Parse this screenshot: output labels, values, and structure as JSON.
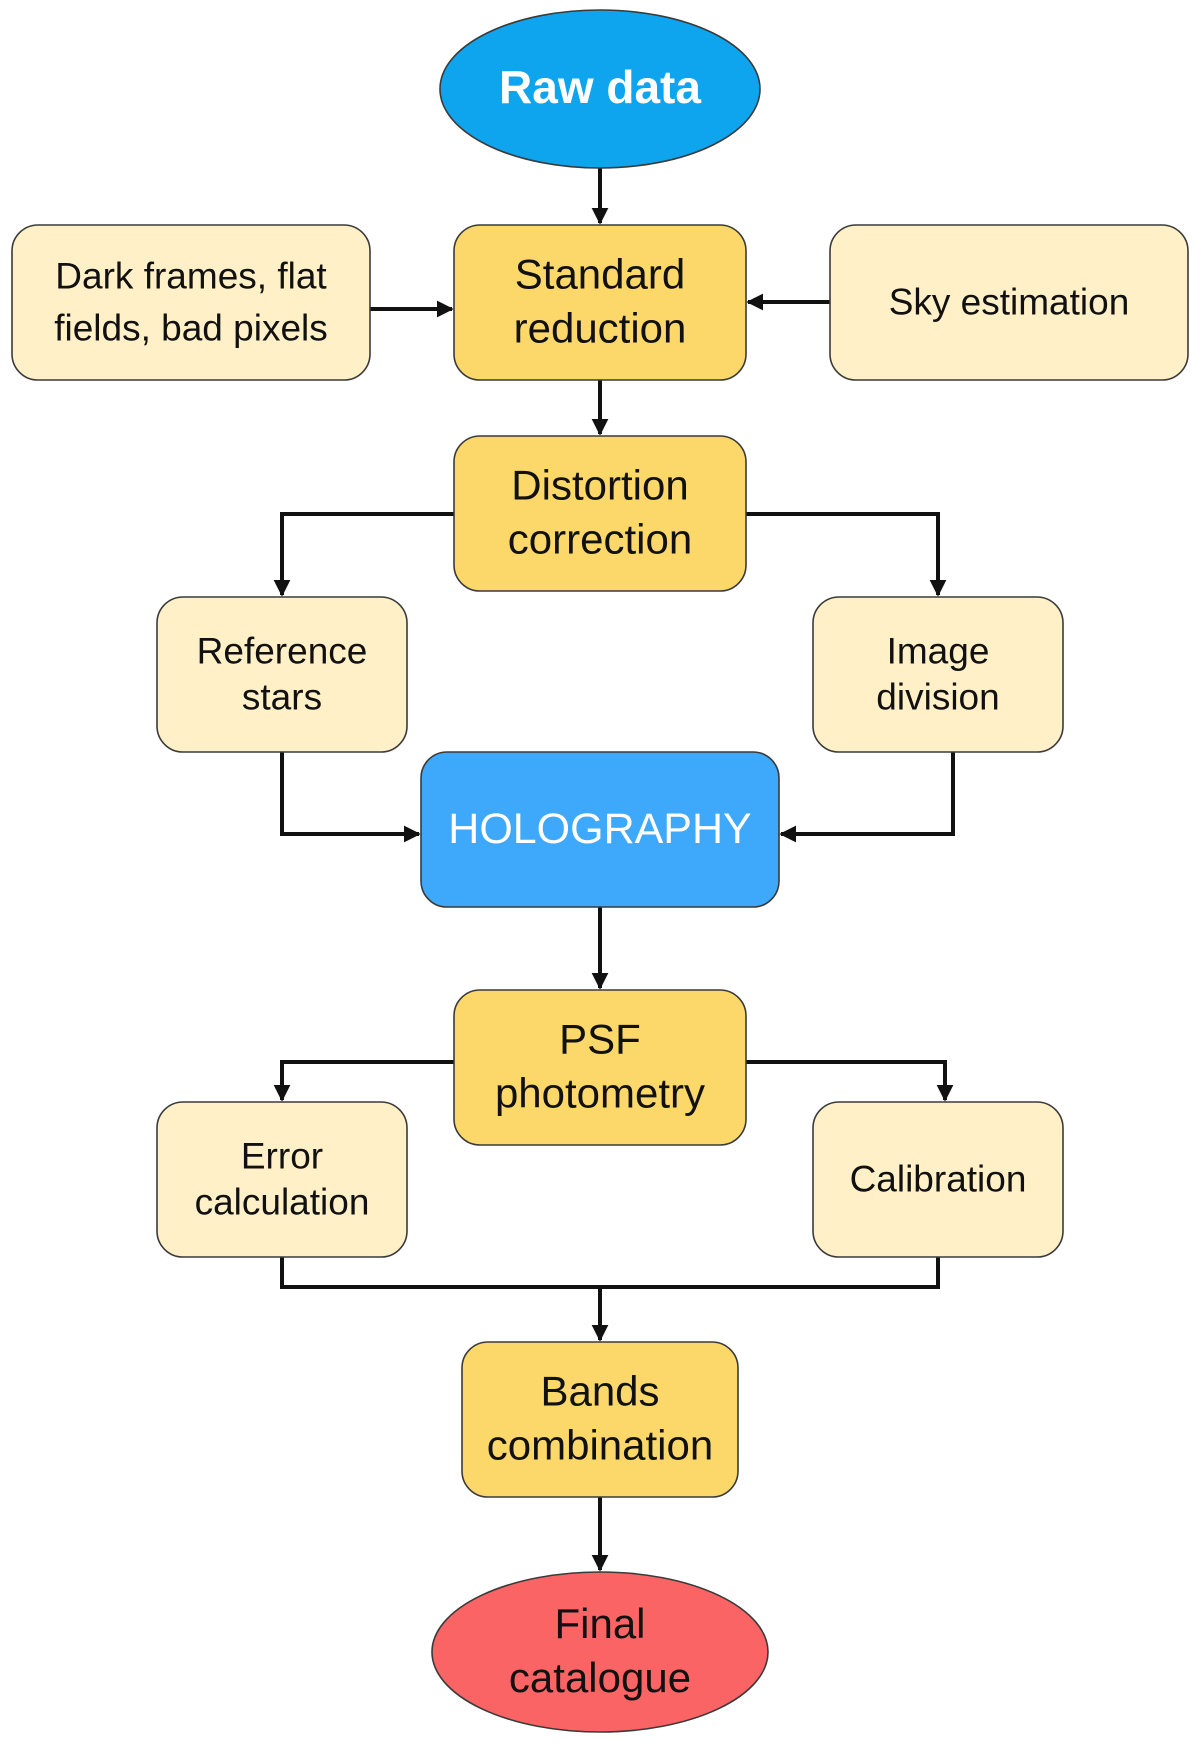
{
  "colors": {
    "oval_blue": "#0ea5ee",
    "holography_blue": "#3ea8fb",
    "main_yellow": "#fcd86a",
    "side_cream": "#fff0c8",
    "final_red": "#fb6464",
    "stroke": "#3a3a3a",
    "arrow": "#111111",
    "white_text": "#ffffff",
    "dark_text": "#111111"
  },
  "nodes": {
    "raw_data": {
      "lines": [
        "Raw data"
      ],
      "color_role": "oval_blue",
      "text_role": "white_text",
      "bold": true
    },
    "dark_frames": {
      "lines": [
        "Dark frames, flat",
        "fields, bad pixels"
      ],
      "color_role": "side_cream",
      "text_role": "dark_text"
    },
    "standard_reduction": {
      "lines": [
        "Standard",
        "reduction"
      ],
      "color_role": "main_yellow",
      "text_role": "dark_text"
    },
    "sky_estimation": {
      "lines": [
        "Sky estimation"
      ],
      "color_role": "side_cream",
      "text_role": "dark_text"
    },
    "distortion_correction": {
      "lines": [
        "Distortion",
        "correction"
      ],
      "color_role": "main_yellow",
      "text_role": "dark_text"
    },
    "reference_stars": {
      "lines": [
        "Reference",
        "stars"
      ],
      "color_role": "side_cream",
      "text_role": "dark_text"
    },
    "image_division": {
      "lines": [
        "Image",
        "division"
      ],
      "color_role": "side_cream",
      "text_role": "dark_text"
    },
    "holography": {
      "lines": [
        "HOLOGRAPHY"
      ],
      "color_role": "holography_blue",
      "text_role": "white_text"
    },
    "psf_photometry": {
      "lines": [
        "PSF",
        "photometry"
      ],
      "color_role": "main_yellow",
      "text_role": "dark_text"
    },
    "error_calculation": {
      "lines": [
        "Error",
        "calculation"
      ],
      "color_role": "side_cream",
      "text_role": "dark_text"
    },
    "calibration": {
      "lines": [
        "Calibration"
      ],
      "color_role": "side_cream",
      "text_role": "dark_text"
    },
    "bands_combination": {
      "lines": [
        "Bands",
        "combination"
      ],
      "color_role": "main_yellow",
      "text_role": "dark_text"
    },
    "final_catalogue": {
      "lines": [
        "Final",
        "catalogue"
      ],
      "color_role": "final_red",
      "text_role": "dark_text"
    }
  },
  "edges": [
    {
      "from": "raw_data",
      "to": "standard_reduction"
    },
    {
      "from": "dark_frames",
      "to": "standard_reduction"
    },
    {
      "from": "sky_estimation",
      "to": "standard_reduction"
    },
    {
      "from": "standard_reduction",
      "to": "distortion_correction"
    },
    {
      "from": "distortion_correction",
      "to": "reference_stars"
    },
    {
      "from": "distortion_correction",
      "to": "image_division"
    },
    {
      "from": "reference_stars",
      "to": "holography"
    },
    {
      "from": "image_division",
      "to": "holography"
    },
    {
      "from": "holography",
      "to": "psf_photometry"
    },
    {
      "from": "psf_photometry",
      "to": "error_calculation"
    },
    {
      "from": "psf_photometry",
      "to": "calibration"
    },
    {
      "from": "error_calculation",
      "to": "bands_combination"
    },
    {
      "from": "calibration",
      "to": "bands_combination"
    },
    {
      "from": "bands_combination",
      "to": "final_catalogue"
    }
  ]
}
